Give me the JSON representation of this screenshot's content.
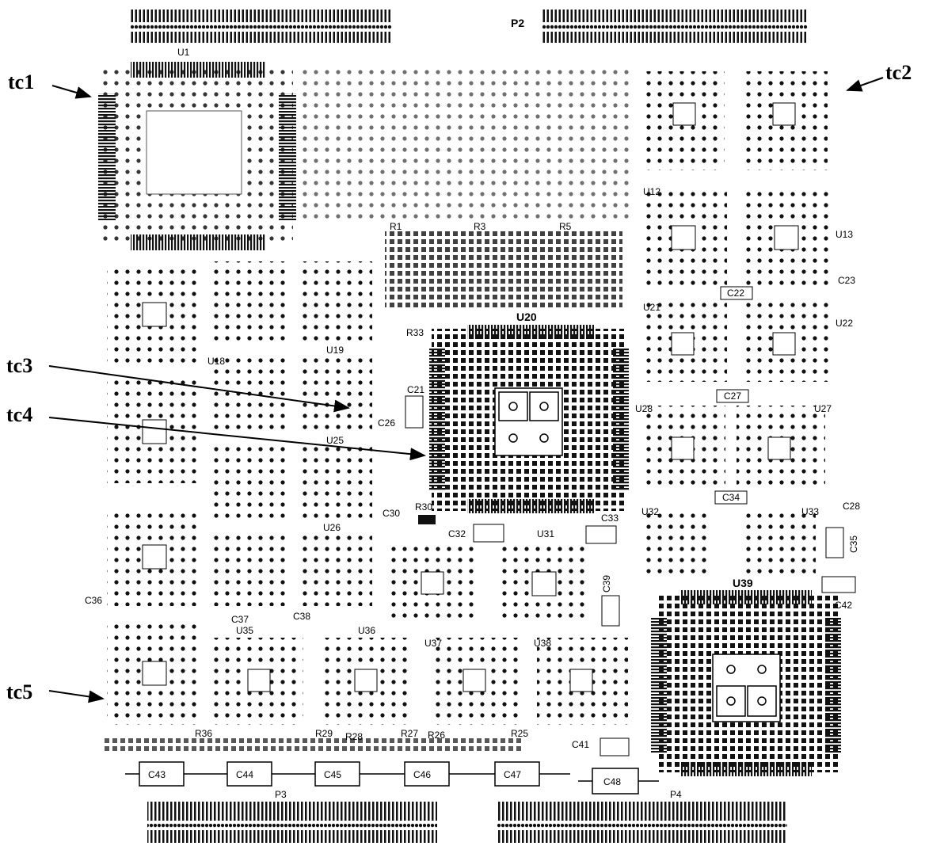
{
  "callouts": {
    "tc1": "tc1",
    "tc2": "tc2",
    "tc3": "tc3",
    "tc4": "tc4",
    "tc5": "tc5"
  },
  "connectors": {
    "p2": "P2",
    "p3": "P3",
    "p4": "P4"
  },
  "chips": {
    "u1": "U1",
    "u12": "U12",
    "u13": "U13",
    "u20": "U20",
    "u21": "U21",
    "u22": "U22",
    "u27": "U27",
    "u28": "U28",
    "u31": "U31",
    "u32": "U32",
    "u33": "U33",
    "u35": "U35",
    "u36": "U36",
    "u37": "U37",
    "u38": "U38",
    "u39": "U39",
    "u18": "U18",
    "u19": "U19",
    "u25": "U25",
    "u26": "U26"
  },
  "caps": {
    "c21": "C21",
    "c22": "C22",
    "c23": "C23",
    "c26": "C26",
    "c27": "C27",
    "c28": "C28",
    "c30": "C30",
    "c32": "C32",
    "c33": "C33",
    "c34": "C34",
    "c35": "C35",
    "c36": "C36",
    "c37": "C37",
    "c38": "C38",
    "c39": "C39",
    "c41": "C41",
    "c42": "C42",
    "c43": "C43",
    "c44": "C44",
    "c45": "C45",
    "c46": "C46",
    "c47": "C47",
    "c48": "C48"
  },
  "resistors": {
    "r1": "R1",
    "r3": "R3",
    "r5": "R5",
    "r25": "R25",
    "r26": "R26",
    "r27": "R27",
    "r28": "R28",
    "r29": "R29",
    "r30": "R30",
    "r33": "R33",
    "r36": "R36"
  }
}
